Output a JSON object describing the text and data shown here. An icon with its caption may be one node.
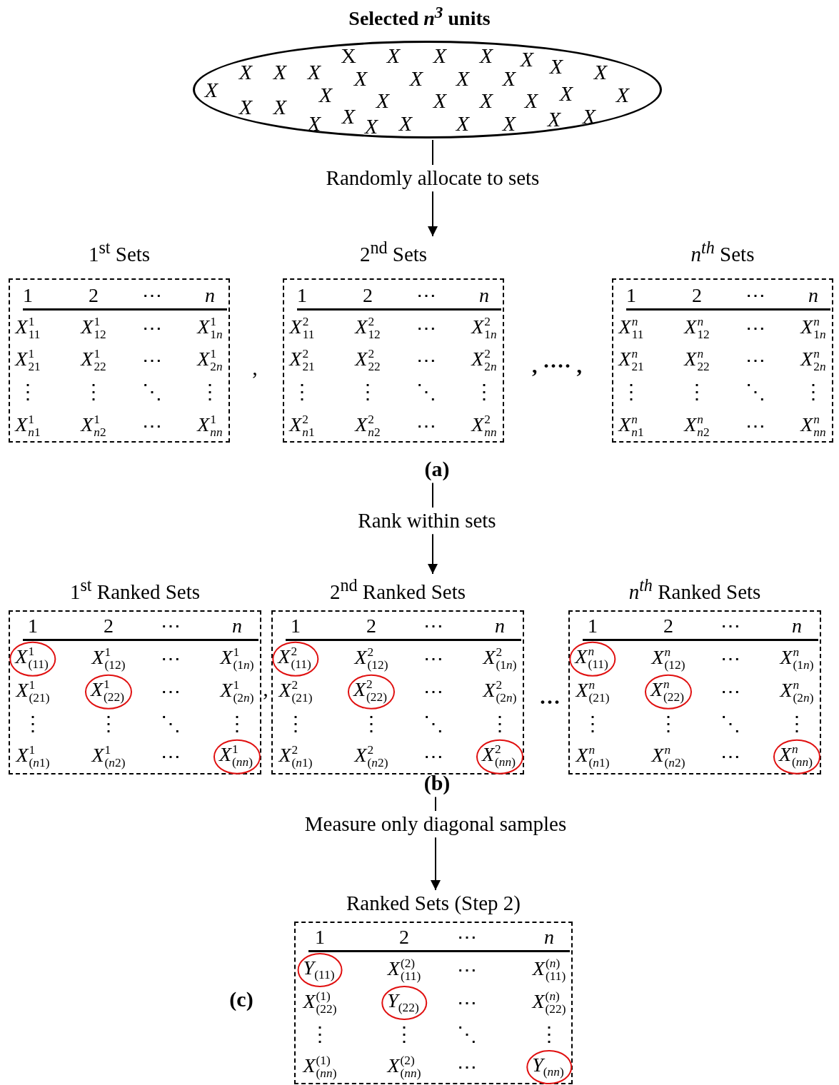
{
  "diagram": {
    "title": "Selected *n*$^{3}$ units",
    "nodes": [
      {
        "text": [
          "X",
          "X",
          "X",
          "X",
          "X",
          "X",
          "X",
          "X",
          "X",
          "X",
          "X",
          "X",
          "X",
          "X",
          "X",
          "X",
          "X",
          "X",
          "X",
          "X",
          "X",
          "X",
          "X",
          "X",
          "X",
          "X",
          "X",
          "X",
          "X",
          "X",
          "X",
          "X"
        ]
      },
      {
        "text": [
          "Randomly allocate to sets"
        ]
      },
      {
        "text": [
          "1$^{st}$ Sets",
          "1",
          "2",
          "⋯",
          "n",
          "*X*$^{1}$$_{11}$",
          "*X*$^{1}$$_{12}$",
          "⋯",
          "*X*$^{1}$$_{1n}$",
          "*X*$^{1}$$_{21}$",
          "*X*$^{1}$$_{22}$",
          "⋯",
          "*X*$^{1}$$_{2n}$",
          "⋮",
          "⋮",
          "⋱",
          "⋮",
          "*X*$^{1}$$_{n1}$",
          "*X*$^{1}$$_{n2}$",
          "⋯",
          "*X*$^{1}$$_{nn}$"
        ]
      },
      {
        "text": [
          "2$^{nd}$ Sets",
          "1",
          "2",
          "⋯",
          "n",
          "*X*$^{2}$$_{11}$",
          "*X*$^{2}$$_{12}$",
          "⋯",
          "*X*$^{2}$$_{1n}$",
          "*X*$^{2}$$_{21}$",
          "*X*$^{2}$$_{22}$",
          "⋯",
          "*X*$^{2}$$_{2n}$",
          "⋮",
          "⋮",
          "⋱",
          "⋮",
          "*X*$^{2}$$_{n1}$",
          "*X*$^{2}$$_{n2}$",
          "⋯",
          "*X*$^{2}$$_{nn}$"
        ]
      },
      {
        "text": [
          "*n*$^{th}$ Sets",
          "1",
          "2",
          "⋯",
          "n",
          "*X*$^{n}$$_{11}$",
          "*X*$^{n}$$_{12}$",
          "⋯",
          "*X*$^{n}$$_{1n}$",
          "*X*$^{n}$$_{21}$",
          "*X*$^{n}$$_{22}$",
          "⋯",
          "*X*$^{n}$$_{2n}$",
          "⋮",
          "⋮",
          "⋱",
          "⋮",
          "*X*$^{n}$$_{n1}$",
          "*X*$^{n}$$_{n2}$",
          "⋯",
          "*X*$^{n}$$_{nn}$"
        ]
      },
      {
        "text": [
          "(a)"
        ]
      },
      {
        "text": [
          "Rank within sets"
        ]
      },
      {
        "text": [
          "1$^{st}$ Ranked Sets",
          "1",
          "2",
          "⋯",
          "n",
          "*X*$^{1}$$_{(11)}$",
          "*X*$^{1}$$_{(12)}$",
          "⋯",
          "*X*$^{1}$$_{(1n)}$",
          "*X*$^{1}$$_{(21)}$",
          "*X*$^{1}$$_{(22)}$",
          "⋯",
          "*X*$^{1}$$_{(2n)}$",
          "⋮",
          "⋮",
          "⋱",
          "⋮",
          "*X*$^{1}$$_{(n1)}$",
          "*X*$^{1}$$_{(n2)}$",
          "⋯",
          "*X*$^{1}$$_{(nn)}$"
        ]
      },
      {
        "text": [
          "2$^{nd}$ Ranked Sets",
          "1",
          "2",
          "⋯",
          "n",
          "*X*$^{2}$$_{(11)}$",
          "*X*$^{2}$$_{(12)}$",
          "⋯",
          "*X*$^{2}$$_{(1n)}$",
          "*X*$^{2}$$_{(21)}$",
          "*X*$^{2}$$_{(22)}$",
          "⋯",
          "*X*$^{2}$$_{(2n)}$",
          "⋮",
          "⋮",
          "⋱",
          "⋮",
          "*X*$^{2}$$_{(n1)}$",
          "*X*$^{2}$$_{(n2)}$",
          "⋯",
          "*X*$^{2}$$_{(nn)}$"
        ]
      },
      {
        "text": [
          "*n*$^{th}$ Ranked Sets",
          "1",
          "2",
          "⋯",
          "n",
          "*X*$^{n}$$_{(11)}$",
          "*X*$^{n}$$_{(12)}$",
          "⋯",
          "*X*$^{n}$$_{(1n)}$",
          "*X*$^{n}$$_{(21)}$",
          "*X*$^{n}$$_{(22)}$",
          "⋯",
          "*X*$^{n}$$_{(2n)}$",
          "⋮",
          "⋮",
          "⋱",
          "⋮",
          "*X*$^{n}$$_{(n1)}$",
          "*X*$^{n}$$_{(n2)}$",
          "⋯",
          "*X*$^{n}$$_{(nn)}$"
        ]
      },
      {
        "text": [
          "(b)"
        ]
      },
      {
        "text": [
          "Measure only diagonal samples"
        ]
      },
      {
        "text": [
          "Ranked Sets (Step 2)",
          "1",
          "2",
          "⋯",
          "n",
          "*Y*$_{(11)}$",
          "*X*$^{(2)}$$_{(11)}$",
          "⋯",
          "*X*$^{(n)}$$_{(11)}$",
          "*X*$^{(1)}$$_{(22)}$",
          "*Y*$_{(22)}$",
          "⋯",
          "*X*$^{(n)}$$_{(22)}$",
          "⋮",
          "⋮",
          "⋱",
          "⋮",
          "*X*$^{(1)}$$_{(nn)}$",
          "*X*$^{(2)}$$_{(nn)}$",
          "⋯",
          "*Y*$_{(nn)}$"
        ]
      }
    ],
    "edges": [
      {
        "from": 0,
        "to": 1,
        "arrow": "none"
      },
      {
        "from": 1,
        "to": 3,
        "arrow": "to"
      },
      {
        "from": 5,
        "to": 6,
        "arrow": "none"
      },
      {
        "from": 6,
        "to": 8,
        "arrow": "to"
      },
      {
        "from": 10,
        "to": 11,
        "arrow": "none"
      },
      {
        "from": 11,
        "to": 12,
        "arrow": "to"
      }
    ],
    "labels": [
      ",",
      ", ···· ,",
      ",",
      "···",
      "(c)"
    ]
  }
}
